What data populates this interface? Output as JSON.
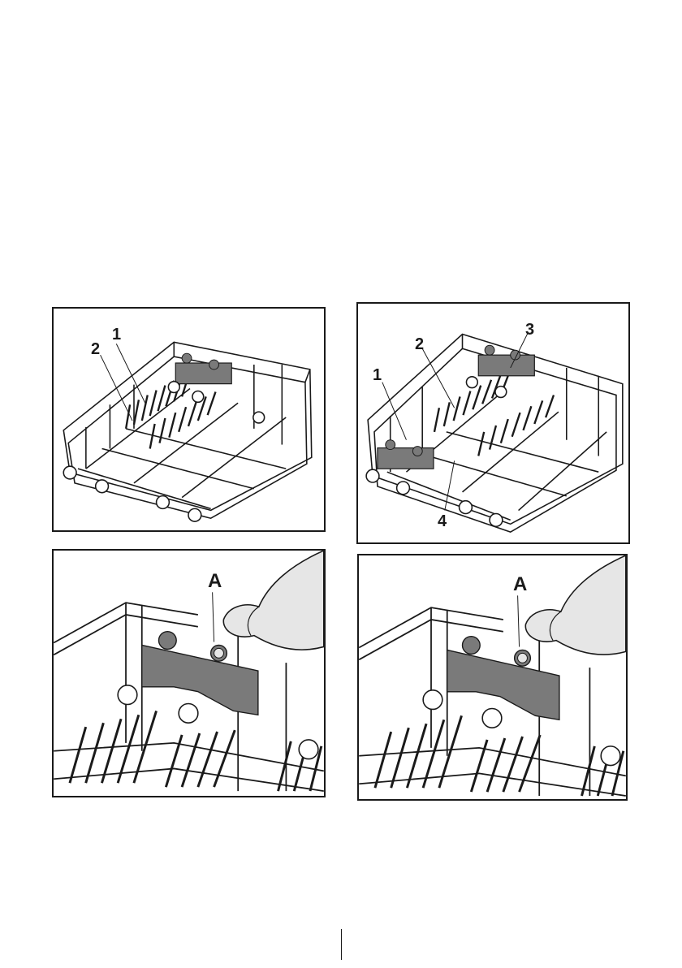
{
  "figures": {
    "top_left": {
      "callouts": [
        "1",
        "2"
      ]
    },
    "top_right": {
      "callouts": [
        "1",
        "2",
        "3",
        "4"
      ]
    },
    "bottom_left": {
      "callouts": [
        "A"
      ]
    },
    "bottom_right": {
      "callouts": [
        "A"
      ]
    }
  },
  "colors": {
    "outline": "#1a1a1a",
    "bracket": "#7a7a7a",
    "skin": "#e6e6e6"
  }
}
